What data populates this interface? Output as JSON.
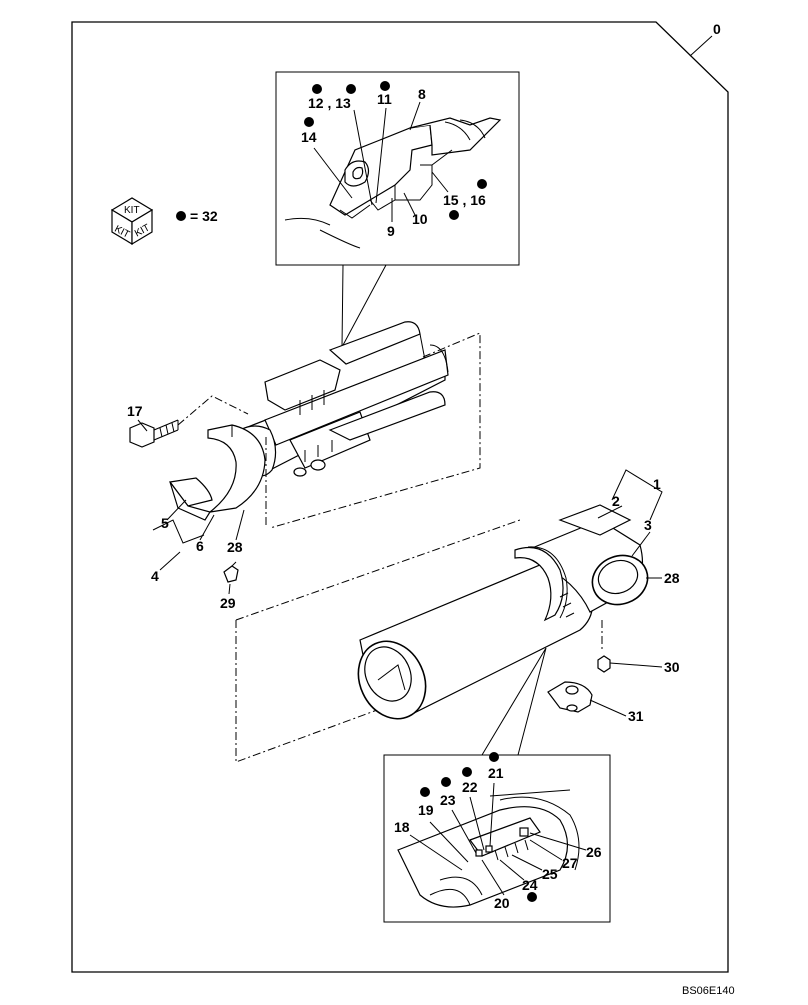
{
  "title_number": "0",
  "kit": {
    "icon_text": "KIT",
    "equals_text": "= 32"
  },
  "callouts": {
    "n1": "1",
    "n2": "2",
    "n3": "3",
    "n4": "4",
    "n5": "5",
    "n6": "6",
    "n8": "8",
    "n9": "9",
    "n10": "10",
    "n11": "11",
    "n12_13": "12 , 13",
    "n14": "14",
    "n15_16": "15 , 16",
    "n17": "17",
    "n18": "18",
    "n19": "19",
    "n20": "20",
    "n21": "21",
    "n22": "22",
    "n23": "23",
    "n24": "24",
    "n25": "25",
    "n26": "26",
    "n27": "27",
    "n28a": "28",
    "n28b": "28",
    "n29": "29",
    "n30": "30",
    "n31": "31"
  },
  "figure_code": "BS06E140"
}
